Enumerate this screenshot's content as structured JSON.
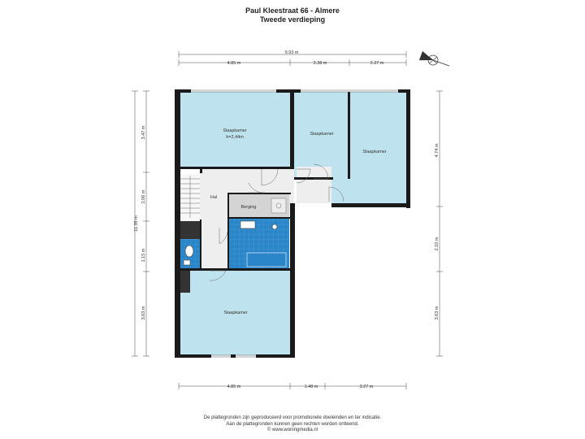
{
  "header": {
    "title": "Paul Kleestraat 66 - Almere",
    "subtitle": "Tweede verdieping"
  },
  "rooms": {
    "bedroom_top_left": "Slaapkamer",
    "bedroom_top_left_height": "h=2,44m",
    "bedroom_top_mid": "Slaapkamer",
    "bedroom_top_right": "Slaapkamer",
    "hallway": "Hal",
    "storage": "Berging",
    "bedroom_bottom": "Slaapkamer"
  },
  "dimensions": {
    "top_total": "9.93 m",
    "top_left": "4.85 m",
    "top_mid": "2.38 m",
    "top_right": "2.37 m",
    "bottom_left": "4.85 m",
    "bottom_mid": "1.48 m",
    "bottom_right": "3.27 m",
    "left_total": "11.35 m",
    "left_1": "3.47 m",
    "left_2": "2.06 m",
    "left_3": "1.15 m",
    "left_4": "3.63 m",
    "right_1": "4.74 m",
    "right_2": "2.10 m",
    "right_3": "3.63 m"
  },
  "footer": {
    "line1": "De plattegronden zijn geproduceerd voor promotionele doeleinden en ter indicatie.",
    "line2": "Aan de plattegronden kunnen geen rechten worden ontleend.",
    "line3": "© www.woningmedia.nl"
  },
  "colors": {
    "room_fill": "#bfe3ee",
    "bath_fill": "#2a86c9",
    "wall": "#1a1a1a",
    "hall_fill": "#eeeeee",
    "storage_fill": "#d4d4d4"
  },
  "icons": {
    "compass": "compass-icon"
  }
}
